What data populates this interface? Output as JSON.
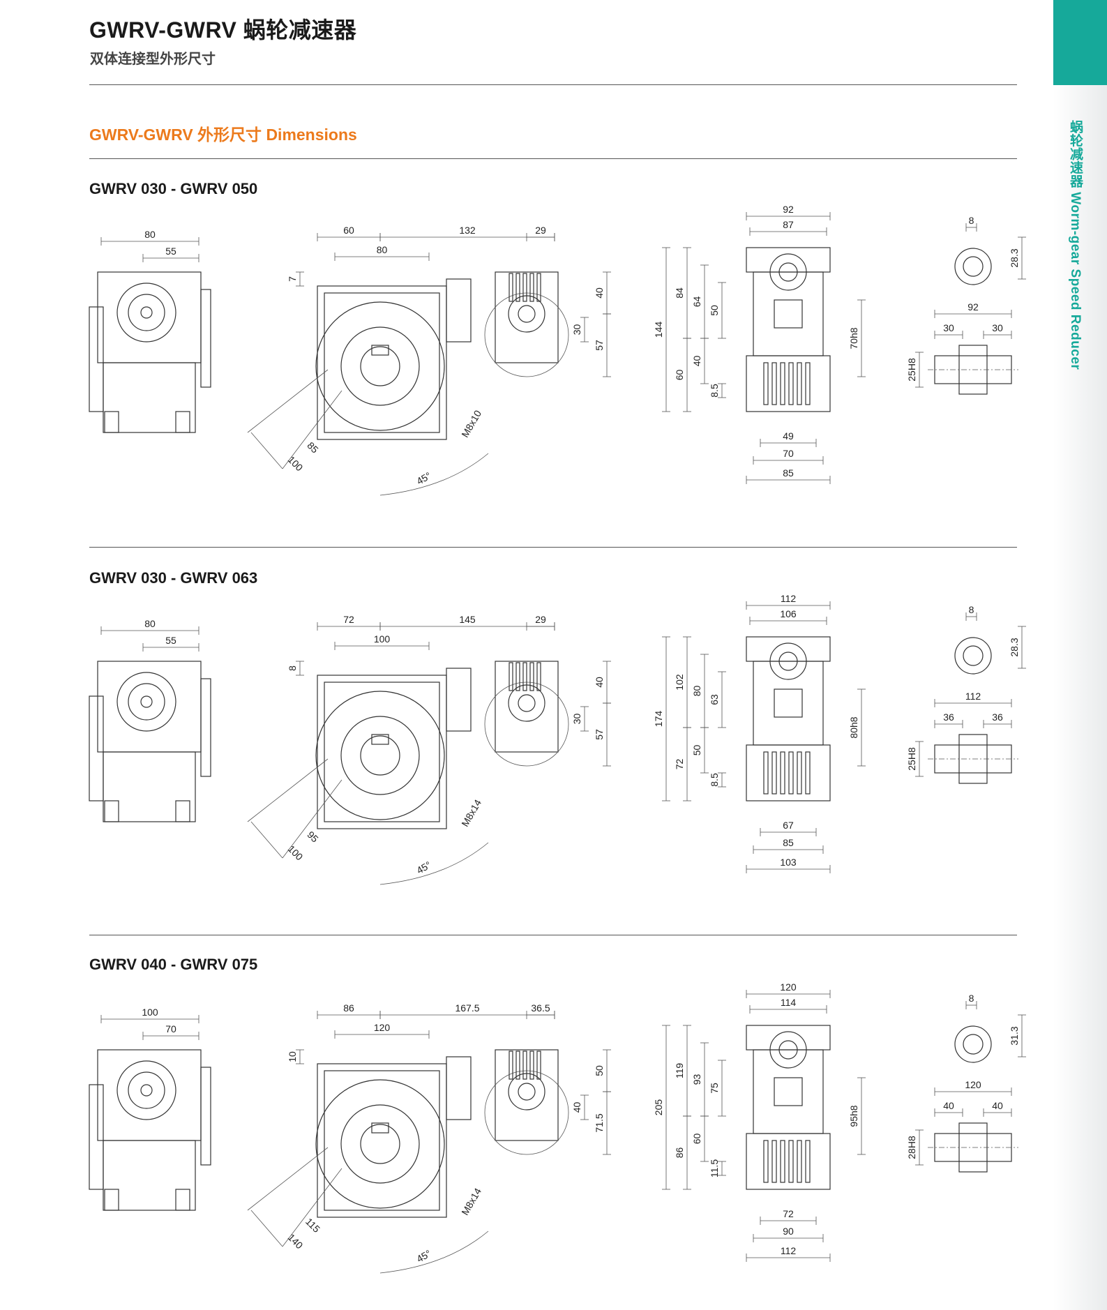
{
  "header": {
    "title": "GWRV-GWRV 蜗轮减速器",
    "subtitle": "双体连接型外形尺寸"
  },
  "section": {
    "heading": "GWRV-GWRV 外形尺寸 Dimensions"
  },
  "sidebar": {
    "label": "蜗轮减速器 Worm-gear Speed Reducer",
    "accent": "#16a99a"
  },
  "colors": {
    "heading_orange": "#ec7a1c",
    "line": "#333333"
  },
  "models": [
    {
      "name": "GWRV 030 - GWRV 050",
      "side_view": {
        "w": "80",
        "h": "55"
      },
      "front_view": {
        "a": "60",
        "b": "132",
        "c": "29",
        "d": "80",
        "e": "7",
        "f": "40",
        "g": "30",
        "h": "57",
        "i": "85",
        "j": "100",
        "thread": "M8x10",
        "angle": "45°"
      },
      "end_view": {
        "w1": "92",
        "w2": "87",
        "h1": "144",
        "h2": "84",
        "h3": "64",
        "h4": "50",
        "h5": "60",
        "h6": "40",
        "h7": "8.5",
        "fit": "70h8",
        "b1": "49",
        "b2": "70",
        "b3": "85"
      },
      "shaft": {
        "key": "8",
        "depth": "28.3",
        "len": "92",
        "l1": "30",
        "l2": "30",
        "bore": "25H8"
      }
    },
    {
      "name": "GWRV 030 - GWRV 063",
      "side_view": {
        "w": "80",
        "h": "55"
      },
      "front_view": {
        "a": "72",
        "b": "145",
        "c": "29",
        "d": "100",
        "e": "8",
        "f": "40",
        "g": "30",
        "h": "57",
        "i": "95",
        "j": "100",
        "thread": "M8x14",
        "angle": "45°"
      },
      "end_view": {
        "w1": "112",
        "w2": "106",
        "h1": "174",
        "h2": "102",
        "h3": "80",
        "h4": "63",
        "h5": "72",
        "h6": "50",
        "h7": "8.5",
        "fit": "80h8",
        "b1": "67",
        "b2": "85",
        "b3": "103"
      },
      "shaft": {
        "key": "8",
        "depth": "28.3",
        "len": "112",
        "l1": "36",
        "l2": "36",
        "bore": "25H8"
      }
    },
    {
      "name": "GWRV 040 - GWRV 075",
      "side_view": {
        "w": "100",
        "h": "70"
      },
      "front_view": {
        "a": "86",
        "b": "167.5",
        "c": "36.5",
        "d": "120",
        "e": "10",
        "f": "50",
        "g": "40",
        "h": "71.5",
        "i": "115",
        "j": "140",
        "thread": "M8x14",
        "angle": "45°"
      },
      "end_view": {
        "w1": "120",
        "w2": "114",
        "h1": "205",
        "h2": "119",
        "h3": "93",
        "h4": "75",
        "h5": "86",
        "h6": "60",
        "h7": "11.5",
        "fit": "95h8",
        "b1": "72",
        "b2": "90",
        "b3": "112"
      },
      "shaft": {
        "key": "8",
        "depth": "31.3",
        "len": "120",
        "l1": "40",
        "l2": "40",
        "bore": "28H8"
      }
    }
  ]
}
